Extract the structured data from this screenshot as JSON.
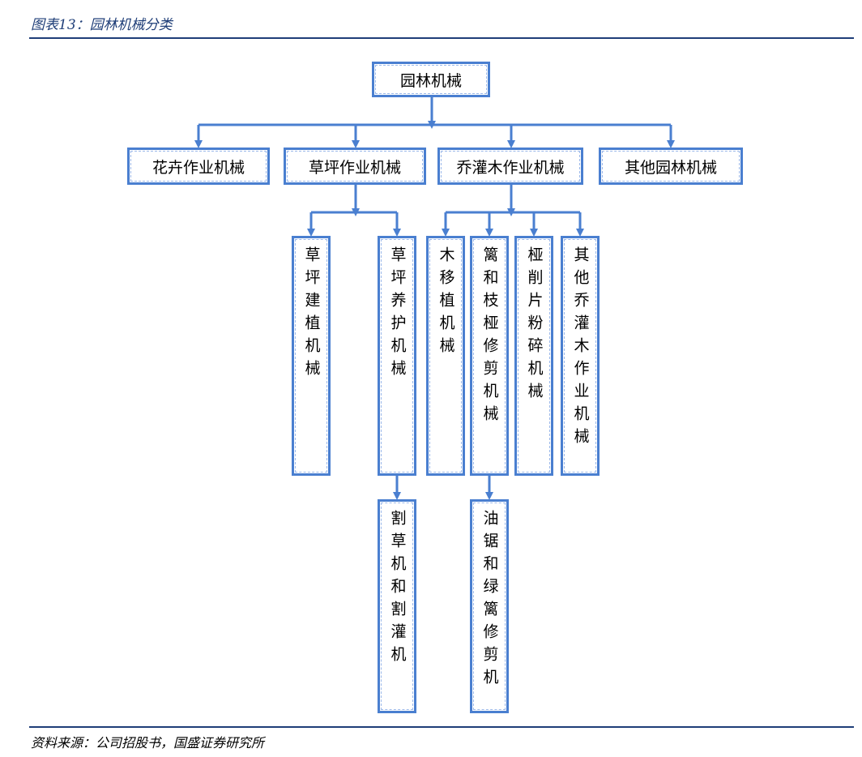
{
  "caption": "图表13：园林机械分类",
  "source": "资料来源：公司招股书，国盛证券研究所",
  "diagram": {
    "root": "园林机械",
    "level1": [
      "花卉作业机械",
      "草坪作业机械",
      "乔灌木作业机械",
      "其他园林机械"
    ],
    "lawn_children": [
      "草坪建植机械",
      "草坪养护机械"
    ],
    "lawn_care_child": "割草机和割灌机",
    "shrub_children": [
      "木移植机械",
      "篱和枝桠修剪机械",
      "桠削片粉碎机械",
      "其他乔灌木作业机械"
    ],
    "hedge_child": "油锯和绿篱修剪机",
    "colors": {
      "box_border": "#4a7fd0",
      "connector": "#4a7fd0",
      "rule": "#1f3e78"
    }
  }
}
